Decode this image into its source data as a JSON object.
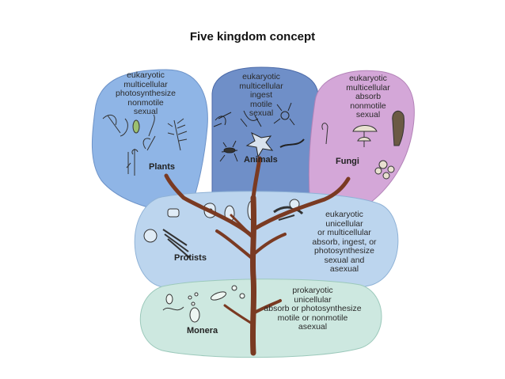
{
  "title": "Five kingdom concept",
  "kingdoms": {
    "plants": {
      "name": "Plants",
      "traits": [
        "eukaryotic",
        "multicellular",
        "photosynthesize",
        "nonmotile",
        "sexual"
      ],
      "color": "#8fb5e6"
    },
    "animals": {
      "name": "Animals",
      "traits": [
        "eukaryotic",
        "multicellular",
        "ingest",
        "motile",
        "sexual"
      ],
      "color": "#6f8fc8"
    },
    "fungi": {
      "name": "Fungi",
      "traits": [
        "eukaryotic",
        "multicellular",
        "absorb",
        "nonmotile",
        "sexual"
      ],
      "color": "#d4a7d8"
    },
    "protists": {
      "name": "Protists",
      "traits": [
        "eukaryotic",
        "unicellular",
        "or multicellular",
        "absorb, ingest, or",
        "photosynthesize",
        "sexual and",
        "asexual"
      ],
      "color": "#bcd5ee"
    },
    "monera": {
      "name": "Monera",
      "traits": [
        "prokaryotic",
        "unicellular",
        "absorb or photosynthesize",
        "motile or nonmotile",
        "asexual"
      ],
      "color": "#cde8e0"
    }
  },
  "tree_color": "#7a3a22"
}
